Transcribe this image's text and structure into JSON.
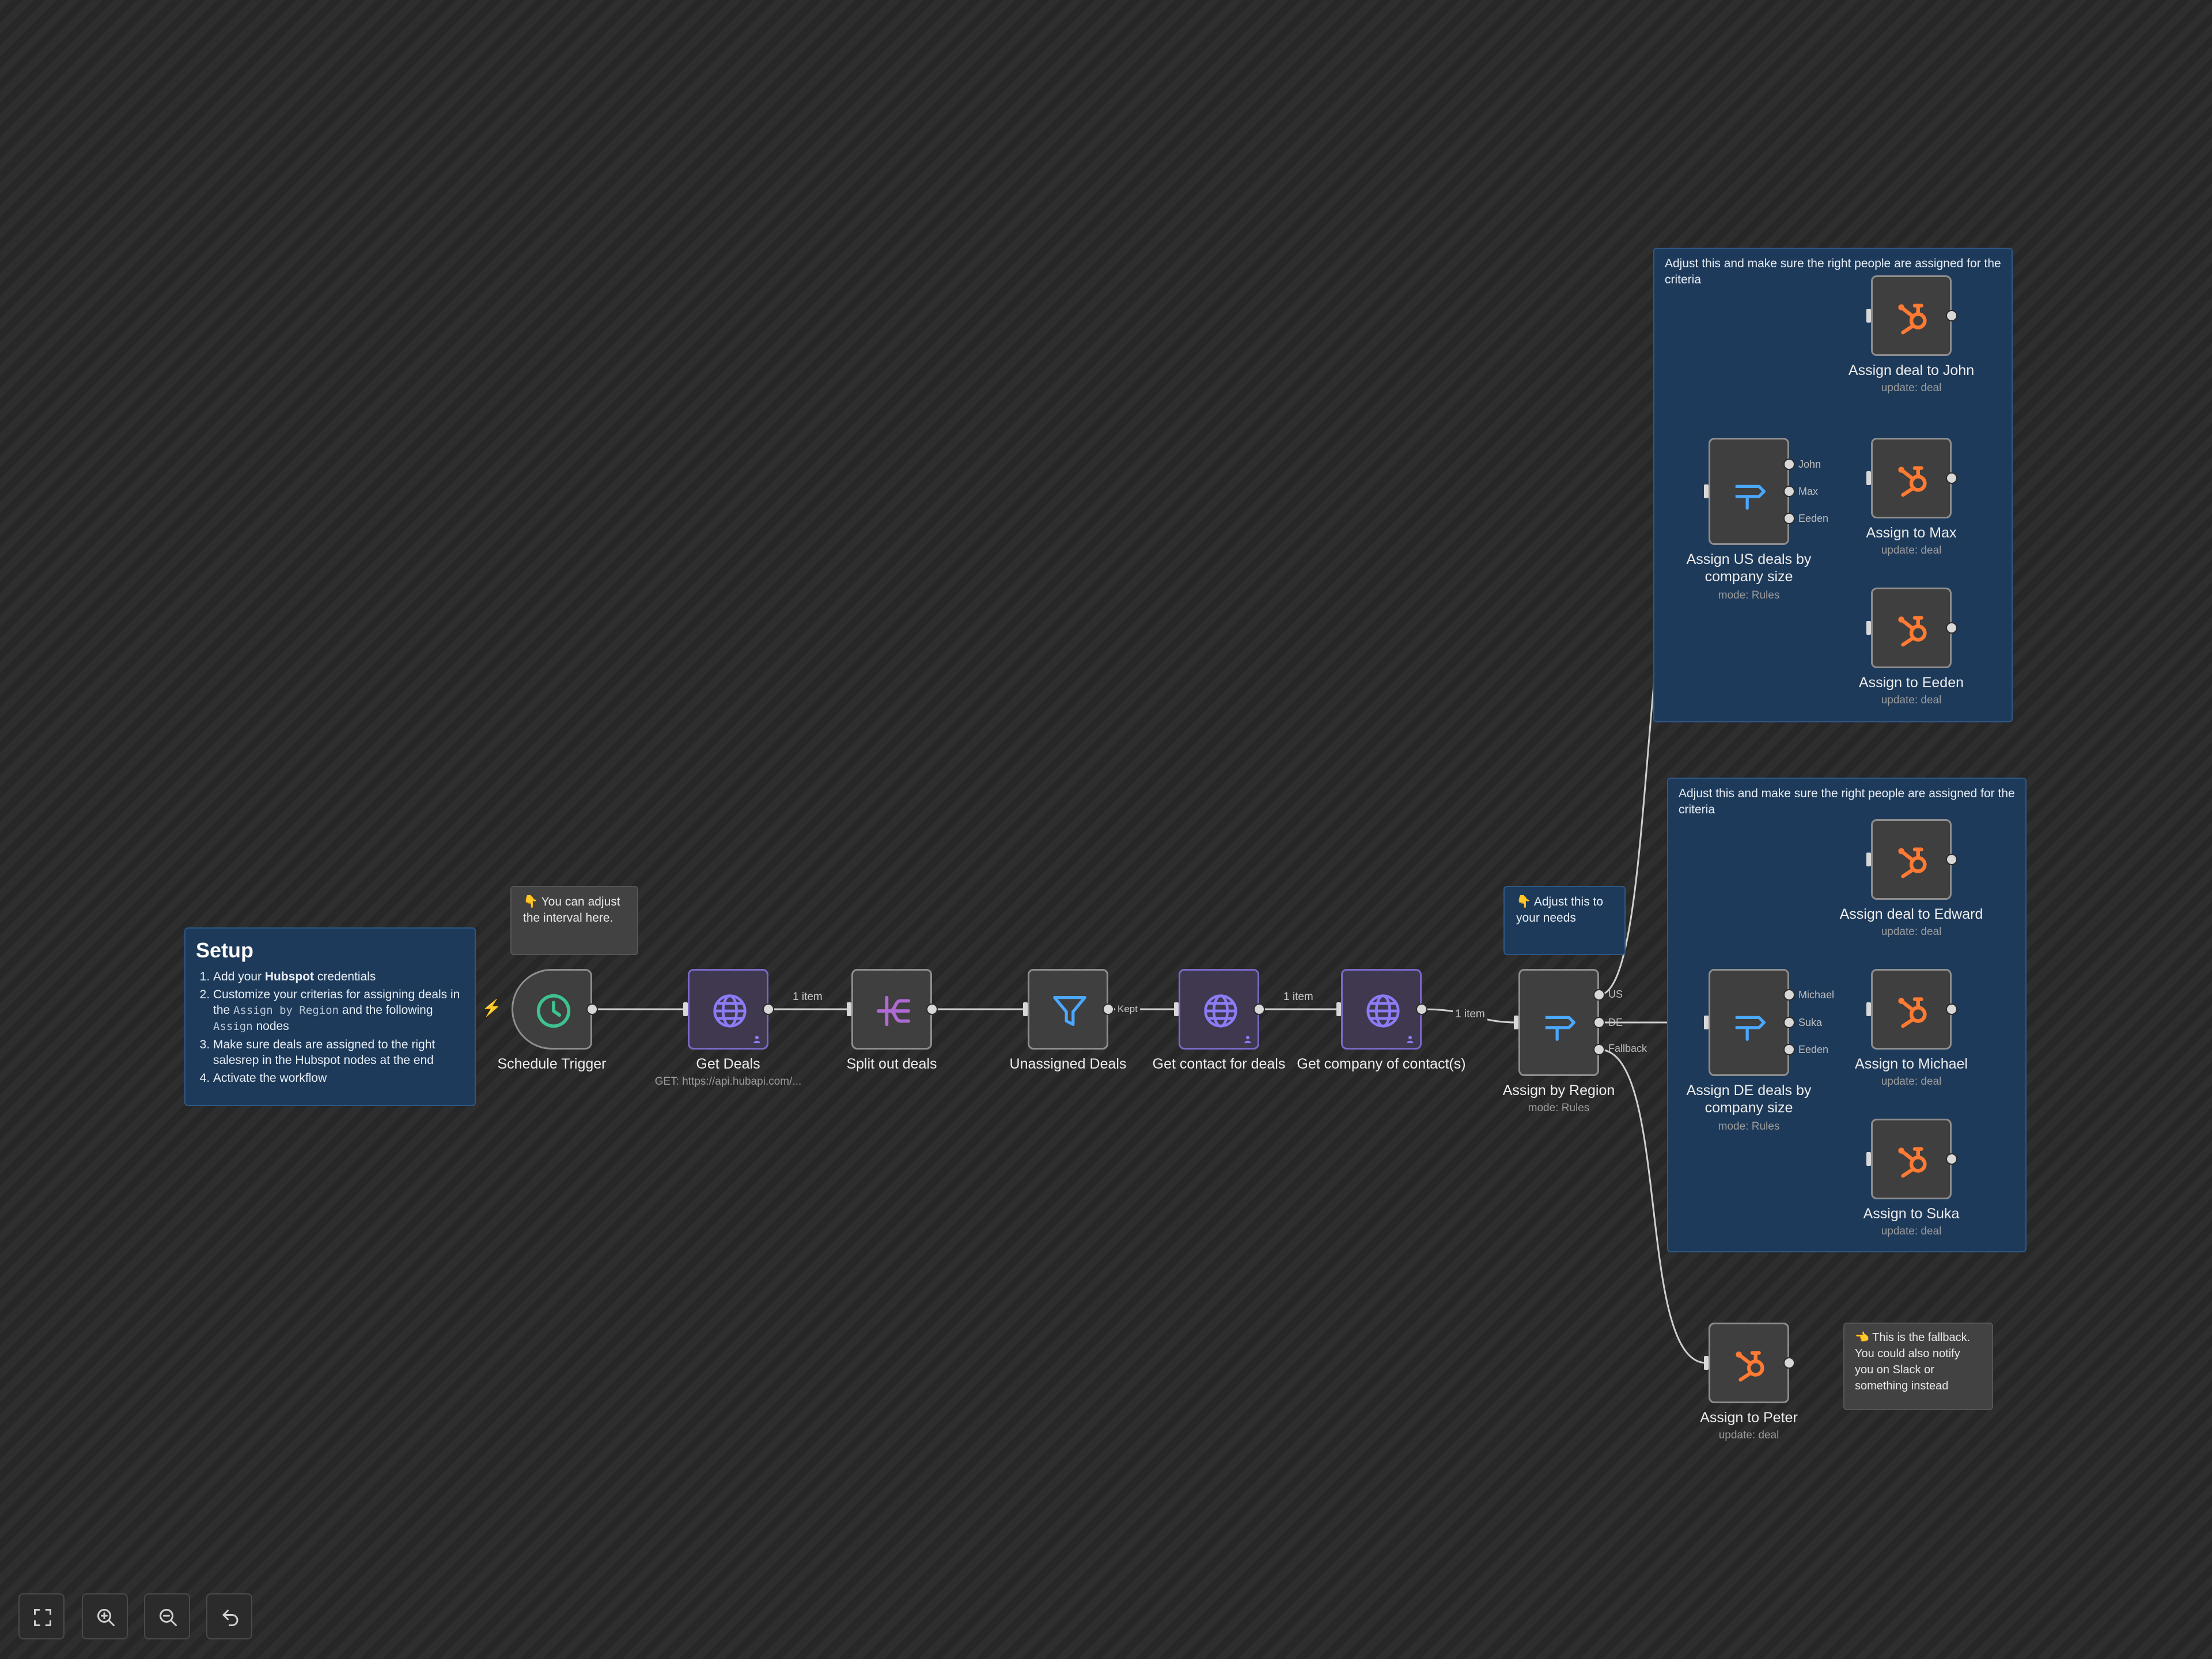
{
  "setup_note": {
    "title": "Setup",
    "s1_pre": "Add your ",
    "s1_bold": "Hubspot",
    "s1_post": " credentials",
    "s2_pre": "Customize your criterias for assigning deals in the ",
    "s2_code1": "Assign by Region",
    "s2_mid": " and the following ",
    "s2_code2": "Assign",
    "s2_post": " nodes",
    "s3": "Make sure deals are assigned to the right salesrep in the Hubspot nodes at the end",
    "s4": "Activate the workflow"
  },
  "notes": {
    "interval": "👇 You can adjust the interval here.",
    "needs": "👇 Adjust this to your needs",
    "criteria_us": "Adjust this and make sure the right people are assigned for the criteria",
    "criteria_de": "Adjust this and make sure the right people are assigned for the criteria",
    "fallback": "👈 This is the fallback. You could also notify you on Slack or something instead"
  },
  "nodes": {
    "schedule": {
      "label": "Schedule Trigger",
      "icon": "clock-icon"
    },
    "get_deals": {
      "label": "Get Deals",
      "sub": "GET: https://api.hubapi.com/...",
      "icon": "globe-icon"
    },
    "split": {
      "label": "Split out deals",
      "icon": "split-icon"
    },
    "unassigned": {
      "label": "Unassigned Deals",
      "icon": "filter-icon"
    },
    "get_contact": {
      "label": "Get contact for deals",
      "icon": "globe-icon"
    },
    "get_company": {
      "label": "Get company of contact(s)",
      "icon": "globe-icon"
    },
    "region": {
      "label": "Assign by Region",
      "sub": "mode: Rules",
      "icon": "signpost-icon"
    },
    "us": {
      "label": "Assign US deals by company size",
      "sub": "mode: Rules",
      "icon": "signpost-icon"
    },
    "de": {
      "label": "Assign DE deals by company size",
      "sub": "mode: Rules",
      "icon": "signpost-icon"
    },
    "john": {
      "label": "Assign deal to John",
      "sub": "update: deal",
      "icon": "hubspot-icon"
    },
    "max": {
      "label": "Assign to Max",
      "sub": "update: deal",
      "icon": "hubspot-icon"
    },
    "eeden_us": {
      "label": "Assign to Eeden",
      "sub": "update: deal",
      "icon": "hubspot-icon"
    },
    "edward": {
      "label": "Assign deal to Edward",
      "sub": "update: deal",
      "icon": "hubspot-icon"
    },
    "michael": {
      "label": "Assign to Michael",
      "sub": "update: deal",
      "icon": "hubspot-icon"
    },
    "suka": {
      "label": "Assign to Suka",
      "sub": "update: deal",
      "icon": "hubspot-icon"
    },
    "peter": {
      "label": "Assign to Peter",
      "sub": "update: deal",
      "icon": "hubspot-icon"
    }
  },
  "edge_labels": {
    "deals_split": "1 item",
    "filter_kept": "Kept",
    "contact_company": "1 item",
    "company_region": "1 item"
  },
  "ports": {
    "region_us": "US",
    "region_de": "DE",
    "region_fallback": "Fallback",
    "us_john": "John",
    "us_max": "Max",
    "us_eeden": "Eeden",
    "de_michael": "Michael",
    "de_suka": "Suka",
    "de_eeden": "Eeden"
  },
  "controls": {
    "fit": "fit-view-icon",
    "zoom_in": "zoom-in-icon",
    "zoom_out": "zoom-out-icon",
    "reset": "undo-icon"
  },
  "colors": {
    "trigger_icon": "#3ec28f",
    "http_icon": "#8b7cf6",
    "split_icon": "#b06ad4",
    "router_icon": "#4aa8ff",
    "hubspot_icon": "#ff7a33",
    "sticky_blue": "#1e3a5a",
    "sticky_gray": "#424242"
  }
}
